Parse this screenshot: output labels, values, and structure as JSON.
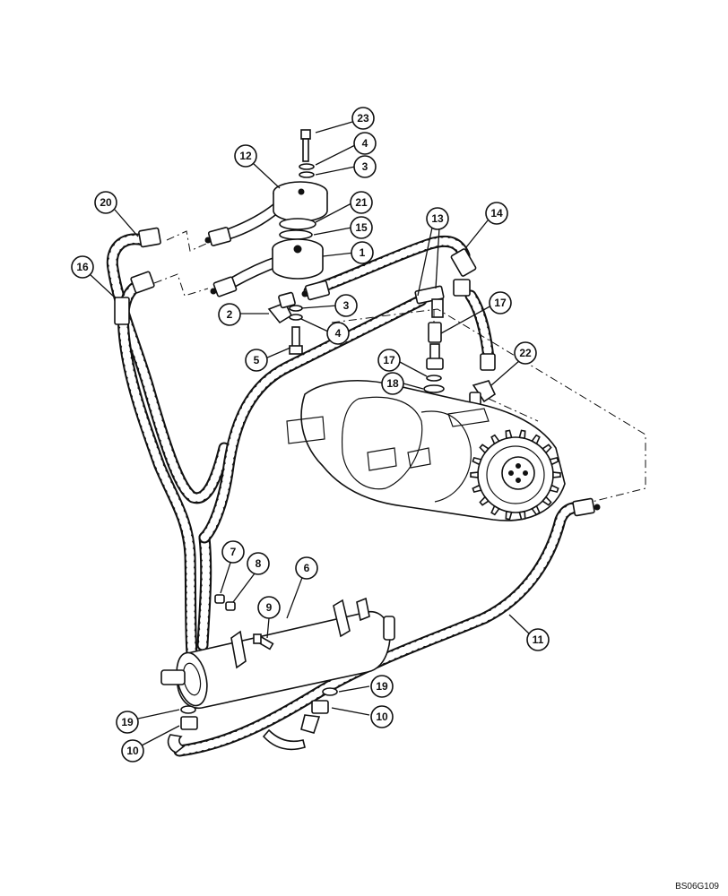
{
  "drawing_code": "BS06G109",
  "callouts": [
    {
      "id": "callout-23a",
      "label": "23"
    },
    {
      "id": "callout-4a",
      "label": "4"
    },
    {
      "id": "callout-3a",
      "label": "3"
    },
    {
      "id": "callout-12",
      "label": "12"
    },
    {
      "id": "callout-21",
      "label": "21"
    },
    {
      "id": "callout-15",
      "label": "15"
    },
    {
      "id": "callout-1",
      "label": "1"
    },
    {
      "id": "callout-20",
      "label": "20"
    },
    {
      "id": "callout-16",
      "label": "16"
    },
    {
      "id": "callout-13",
      "label": "13"
    },
    {
      "id": "callout-14",
      "label": "14"
    },
    {
      "id": "callout-3b",
      "label": "3"
    },
    {
      "id": "callout-2",
      "label": "2"
    },
    {
      "id": "callout-4b",
      "label": "4"
    },
    {
      "id": "callout-17a",
      "label": "17"
    },
    {
      "id": "callout-5",
      "label": "5"
    },
    {
      "id": "callout-22",
      "label": "22"
    },
    {
      "id": "callout-17b",
      "label": "17"
    },
    {
      "id": "callout-18",
      "label": "18"
    },
    {
      "id": "callout-7",
      "label": "7"
    },
    {
      "id": "callout-8",
      "label": "8"
    },
    {
      "id": "callout-6",
      "label": "6"
    },
    {
      "id": "callout-9",
      "label": "9"
    },
    {
      "id": "callout-11",
      "label": "11"
    },
    {
      "id": "callout-19a",
      "label": "19"
    },
    {
      "id": "callout-19b",
      "label": "19"
    },
    {
      "id": "callout-10a",
      "label": "10"
    },
    {
      "id": "callout-10b",
      "label": "10"
    }
  ]
}
